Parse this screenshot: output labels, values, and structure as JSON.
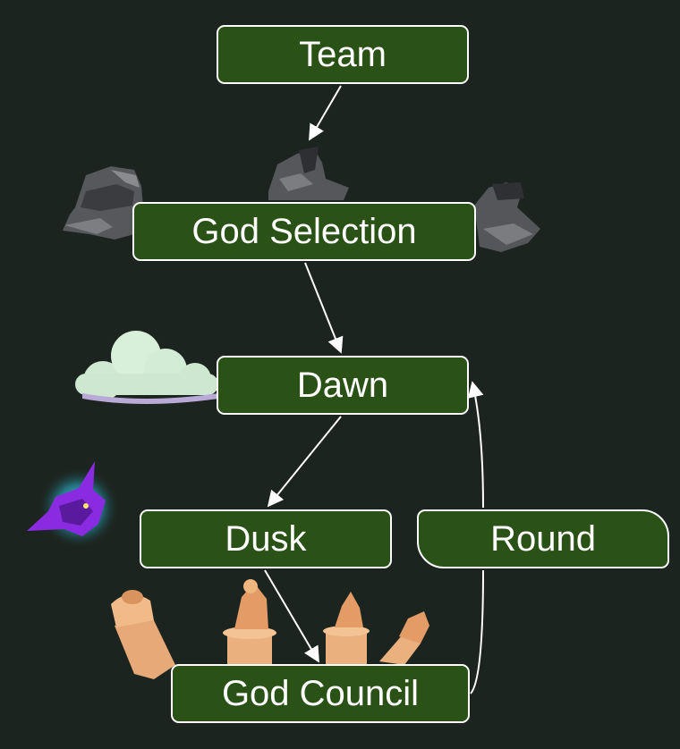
{
  "nodes": {
    "team": "Team",
    "god_selection": "God Selection",
    "dawn": "Dawn",
    "dusk": "Dusk",
    "round": "Round",
    "god_council": "God Council"
  },
  "edges": [
    {
      "from": "team",
      "to": "god_selection"
    },
    {
      "from": "god_selection",
      "to": "dawn"
    },
    {
      "from": "dawn",
      "to": "dusk"
    },
    {
      "from": "dusk",
      "to": "god_council"
    },
    {
      "from": "god_council",
      "to": "round"
    },
    {
      "from": "round",
      "to": "dawn"
    }
  ],
  "decorations": [
    "stone-head-icon",
    "stone-head-icon",
    "stone-head-icon",
    "cloud-icon",
    "purple-bat-icon",
    "chess-pawn-statue-icon",
    "chess-pawn-statue-icon",
    "chess-pawn-statue-icon",
    "chess-pawn-statue-icon"
  ],
  "colors": {
    "background": "#1c241f",
    "node_fill": "#2a5216",
    "node_border": "#ffffff",
    "edge": "#ffffff"
  }
}
